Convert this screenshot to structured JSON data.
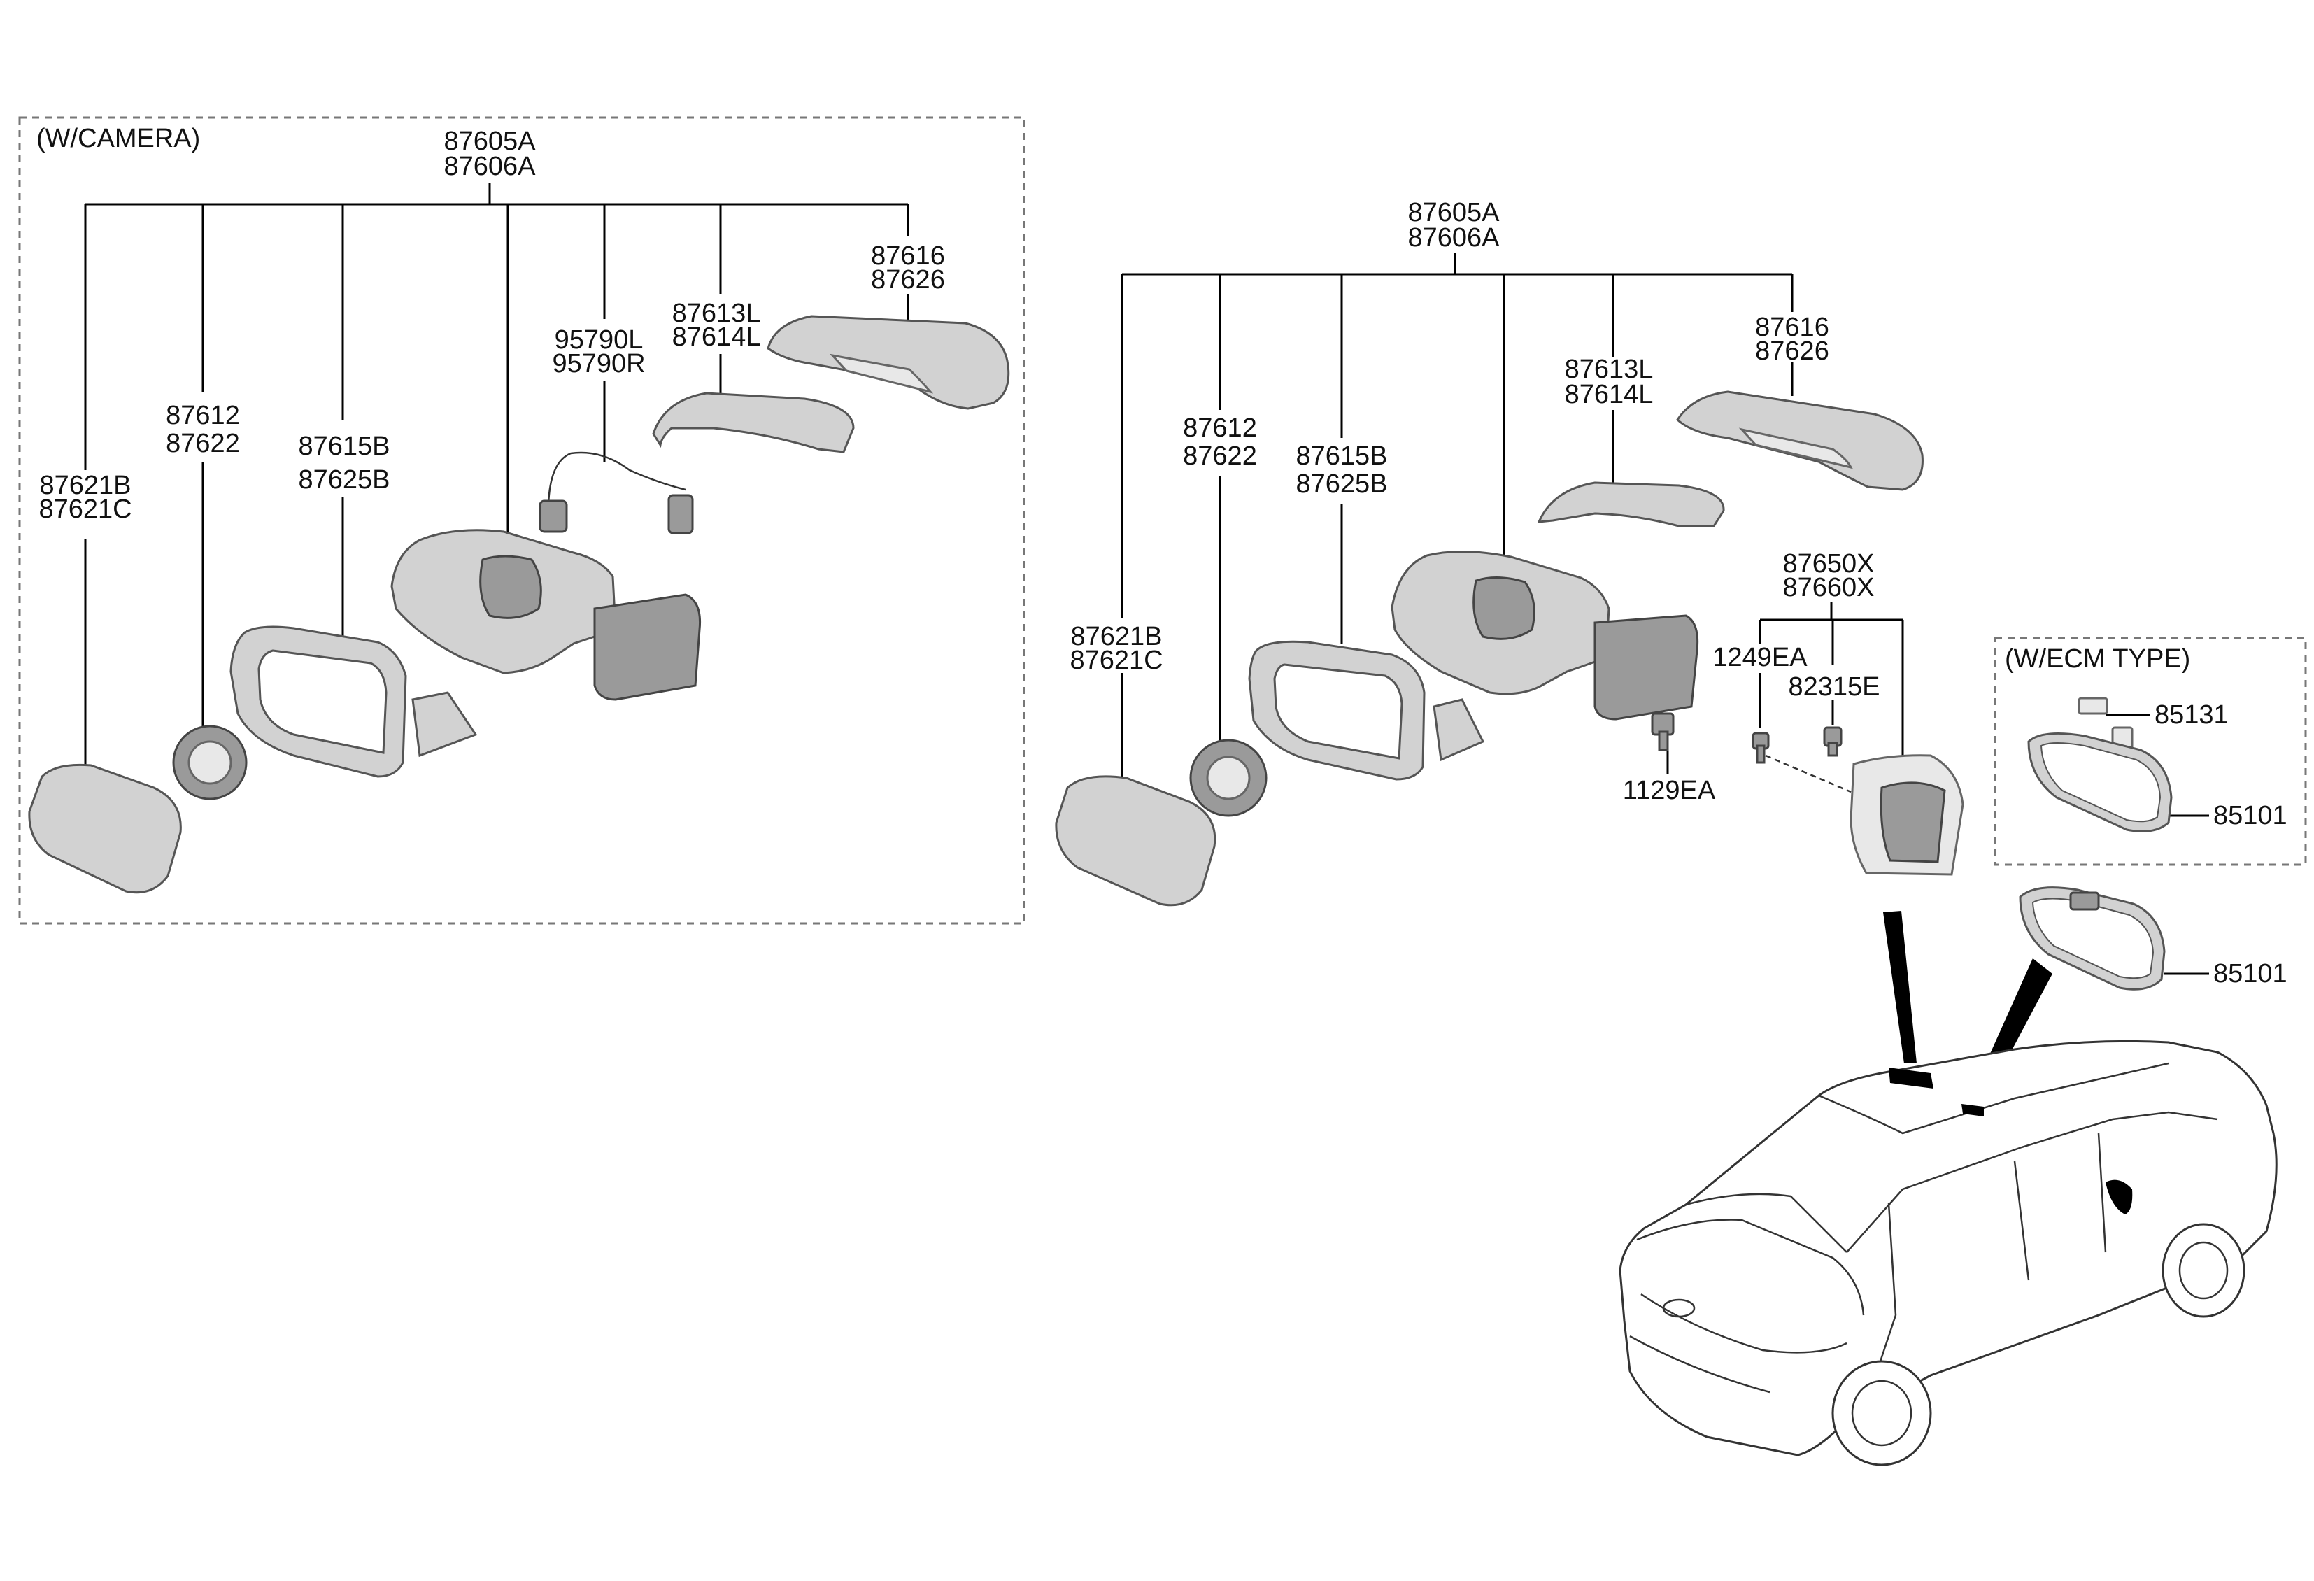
{
  "left_group": {
    "title": "(W/CAMERA)",
    "assembly": [
      "87605A",
      "87606A"
    ],
    "cover": [
      "87616",
      "87626"
    ],
    "scalp": [
      "87613L",
      "87614L"
    ],
    "camera": [
      "95790L",
      "95790R"
    ],
    "actuator": [
      "87612",
      "87622"
    ],
    "housing_frame": [
      "87615B",
      "87625B"
    ],
    "glass": [
      "87621B",
      "87621C"
    ]
  },
  "right_group": {
    "assembly": [
      "87605A",
      "87606A"
    ],
    "cover": [
      "87616",
      "87626"
    ],
    "scalp": [
      "87613L",
      "87614L"
    ],
    "actuator": [
      "87612",
      "87622"
    ],
    "housing_frame": [
      "87615B",
      "87625B"
    ],
    "glass": [
      "87621B",
      "87621C"
    ],
    "screw": "1129EA"
  },
  "inside_mirror_cover": {
    "assembly": [
      "87650X",
      "87660X"
    ],
    "screw": "1249EA",
    "clip": "82315E"
  },
  "ecm_group": {
    "title": "(W/ECM TYPE)",
    "connector": "85131",
    "mirror": "85101"
  },
  "inside_mirror": {
    "mirror": "85101"
  }
}
